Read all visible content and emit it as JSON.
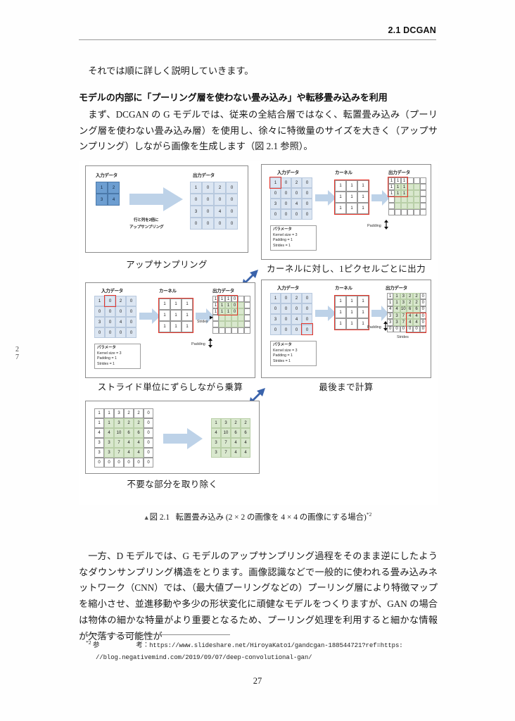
{
  "running_head": "2.1 DCGAN",
  "margin_folio": "27",
  "folio": "27",
  "body": {
    "p1": "それでは順に詳しく説明していきます。",
    "subhead": "モデルの内部に「プーリング層を使わない畳み込み」や転移畳み込みを利用",
    "p2": "まず、DCGAN の G モデルでは、従来の全結合層ではなく、転置畳み込み（プーリング層を使わない畳み込み層）を使用し、徐々に特徴量のサイズを大きく（アップサンプリング）しながら画像を生成します（図 2.1 参照）。",
    "p3": "一方、D モデルでは、G モデルのアップサンプリング過程をそのまま逆にしたようなダウンサンプリング構造をとります。画像認識などで一般的に使われる畳み込みネットワーク（CNN）では、（最大値プーリングなどの）プーリング層により特徴マップを縮小させ、並進移動や多少の形状変化に頑健なモデルをつくりますが、GAN の場合は物体の細かな特量がより重要となるため、プーリング処理を利用すると細かな情報が欠落する可能性が"
  },
  "figure": {
    "caption_marker": "▲",
    "caption_label": "図 2.1",
    "caption_text": "転置畳み込み (2 × 2 の画像を 4 × 4 の画像にする場合)",
    "caption_sup": "*2",
    "labels": {
      "input": "入力データ",
      "kernel": "カーネル",
      "output": "出力データ",
      "padding": "Padding",
      "strides": "Strides"
    },
    "params": {
      "title": "パラメータ",
      "kernel_size": "Kernel size = 3",
      "padding": "Padding = 1",
      "strides": "Strides = 1"
    },
    "panels": [
      {
        "id": "upsampling",
        "caption": "アップサンプリング",
        "arrow_text_line1": "行と列を2倍に",
        "arrow_text_line2": "アップサンプリング",
        "input_grid": [
          [
            1,
            2
          ],
          [
            3,
            4
          ]
        ],
        "output_grid": [
          [
            1,
            0,
            2,
            0
          ],
          [
            0,
            0,
            0,
            0
          ],
          [
            3,
            0,
            4,
            0
          ],
          [
            0,
            0,
            0,
            0
          ]
        ]
      },
      {
        "id": "per-pixel-output",
        "caption": "カーネルに対し、1ピクセルごとに出力",
        "input_grid": [
          [
            1,
            0,
            2,
            0
          ],
          [
            0,
            0,
            0,
            0
          ],
          [
            3,
            0,
            4,
            0
          ],
          [
            0,
            0,
            0,
            0
          ]
        ],
        "kernel_grid": [
          [
            1,
            1,
            1
          ],
          [
            1,
            1,
            1
          ],
          [
            1,
            1,
            1
          ]
        ],
        "output_grid": [
          [
            "1",
            "1",
            "1",
            "",
            "",
            ""
          ],
          [
            "1",
            "1",
            "1",
            "",
            "",
            ""
          ],
          [
            "1",
            "1",
            "1",
            "",
            "",
            ""
          ],
          [
            "",
            "",
            "",
            "",
            "",
            ""
          ],
          [
            "",
            "",
            "",
            "",
            "",
            ""
          ],
          [
            "",
            "",
            "",
            "",
            "",
            ""
          ]
        ]
      },
      {
        "id": "stride-shift-multiply",
        "caption": "ストライド単位にずらしながら乗算",
        "input_grid": [
          [
            1,
            0,
            2,
            0
          ],
          [
            0,
            0,
            0,
            0
          ],
          [
            3,
            0,
            4,
            0
          ],
          [
            0,
            0,
            0,
            0
          ]
        ],
        "kernel_grid": [
          [
            1,
            1,
            1
          ],
          [
            1,
            1,
            1
          ],
          [
            1,
            1,
            1
          ]
        ],
        "output_grid": [
          [
            "1",
            "1",
            "1",
            "0",
            "",
            ""
          ],
          [
            "1",
            "1",
            "1",
            "0",
            "",
            ""
          ],
          [
            "1",
            "1",
            "1",
            "0",
            "",
            ""
          ],
          [
            "",
            "",
            "",
            "",
            "",
            ""
          ],
          [
            "",
            "",
            "",
            "",
            "",
            ""
          ],
          [
            "",
            "",
            "",
            "",
            "",
            ""
          ]
        ]
      },
      {
        "id": "final-calculation",
        "caption": "最後まで計算",
        "input_grid": [
          [
            1,
            0,
            2,
            0
          ],
          [
            0,
            0,
            0,
            0
          ],
          [
            3,
            0,
            4,
            0
          ],
          [
            0,
            0,
            0,
            0
          ]
        ],
        "kernel_grid": [
          [
            1,
            1,
            1
          ],
          [
            1,
            1,
            1
          ],
          [
            1,
            1,
            1
          ]
        ],
        "output_grid": [
          [
            1,
            1,
            3,
            2,
            2,
            0
          ],
          [
            1,
            1,
            3,
            2,
            2,
            0
          ],
          [
            4,
            4,
            10,
            6,
            6,
            0
          ],
          [
            3,
            3,
            7,
            4,
            4,
            0
          ],
          [
            3,
            3,
            7,
            4,
            4,
            0
          ],
          [
            0,
            0,
            0,
            0,
            0,
            0
          ]
        ]
      },
      {
        "id": "crop-unnecessary",
        "caption": "不要な部分を取り除く",
        "source_grid": [
          [
            1,
            1,
            3,
            2,
            2,
            0
          ],
          [
            1,
            1,
            3,
            2,
            2,
            0
          ],
          [
            4,
            4,
            10,
            6,
            6,
            0
          ],
          [
            3,
            3,
            7,
            4,
            4,
            0
          ],
          [
            3,
            3,
            7,
            4,
            4,
            0
          ],
          [
            0,
            0,
            0,
            0,
            0,
            0
          ]
        ],
        "result_grid": [
          [
            1,
            3,
            2,
            2
          ],
          [
            4,
            10,
            6,
            6
          ],
          [
            3,
            7,
            4,
            4
          ],
          [
            3,
            7,
            4,
            4
          ]
        ]
      }
    ]
  },
  "footnote": {
    "marker": "*2",
    "label": "参",
    "label2": "考",
    "colon": "：",
    "url_line1": "https://www.slideshare.net/HiroyaKato1/gandcgan-188544721?ref=https:",
    "url_line2": "//blog.negativemind.com/2019/09/07/deep-convolutional-gan/"
  },
  "colors": {
    "cell_blue": "#6d9ed1",
    "cell_light_blue": "#dce6f2",
    "cell_green": "#d9e8ce",
    "red_box": "#e8352a",
    "arrow_pale": "#bdd2e8",
    "arrow_dark": "#3a63ab"
  }
}
